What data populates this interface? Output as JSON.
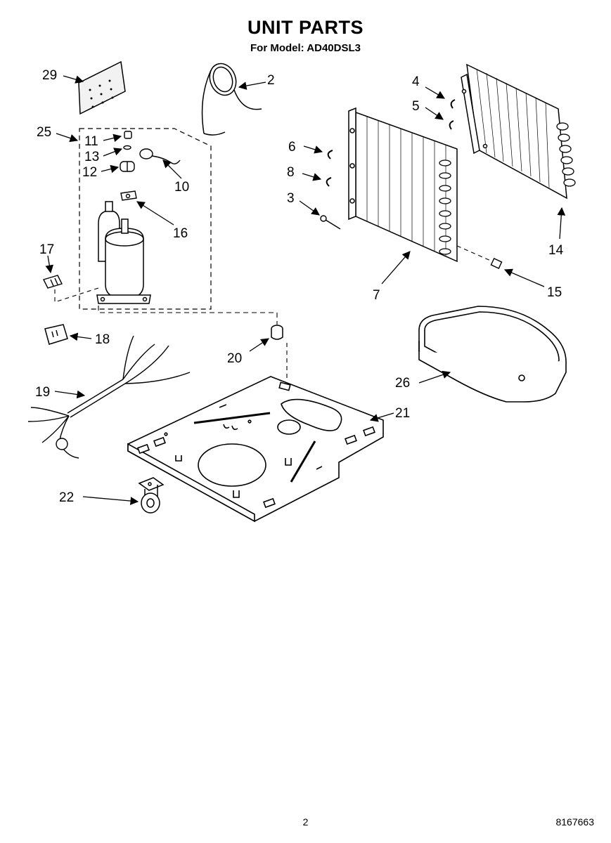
{
  "header": {
    "title": "UNIT PARTS",
    "subtitle": "For Model: AD40DSL3"
  },
  "callouts": {
    "c2": "2",
    "c3": "3",
    "c4": "4",
    "c5": "5",
    "c6": "6",
    "c7": "7",
    "c8": "8",
    "c10": "10",
    "c11": "11",
    "c12": "12",
    "c13": "13",
    "c14": "14",
    "c15": "15",
    "c16": "16",
    "c17": "17",
    "c18": "18",
    "c19": "19",
    "c20": "20",
    "c21": "21",
    "c22": "22",
    "c25": "25",
    "c26": "26",
    "c29": "29"
  },
  "footer": {
    "page_number": "2",
    "document_number": "8167663"
  }
}
